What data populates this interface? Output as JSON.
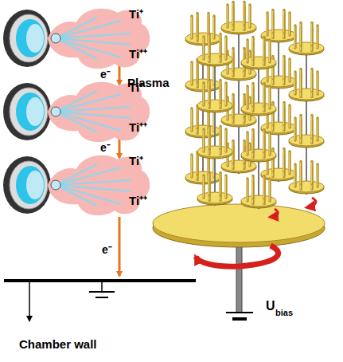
{
  "diagram": {
    "nodes": [
      {
        "text": [
          "Ti⁺",
          "Ti⁺⁺"
        ]
      },
      {
        "text": [
          "Ti⁺",
          "Ti⁺⁺"
        ]
      },
      {
        "text": [
          "Ti⁺",
          "Ti⁺⁺"
        ]
      }
    ],
    "edges": [
      {
        "from": 0,
        "to": 1,
        "arrow": "to",
        "label": "e⁻"
      },
      {
        "from": 1,
        "to": 2,
        "arrow": "to",
        "label": "e⁻"
      }
    ],
    "labels": [
      "Plasma",
      "e⁻",
      "Chamber wall",
      "U",
      "bias"
    ]
  }
}
